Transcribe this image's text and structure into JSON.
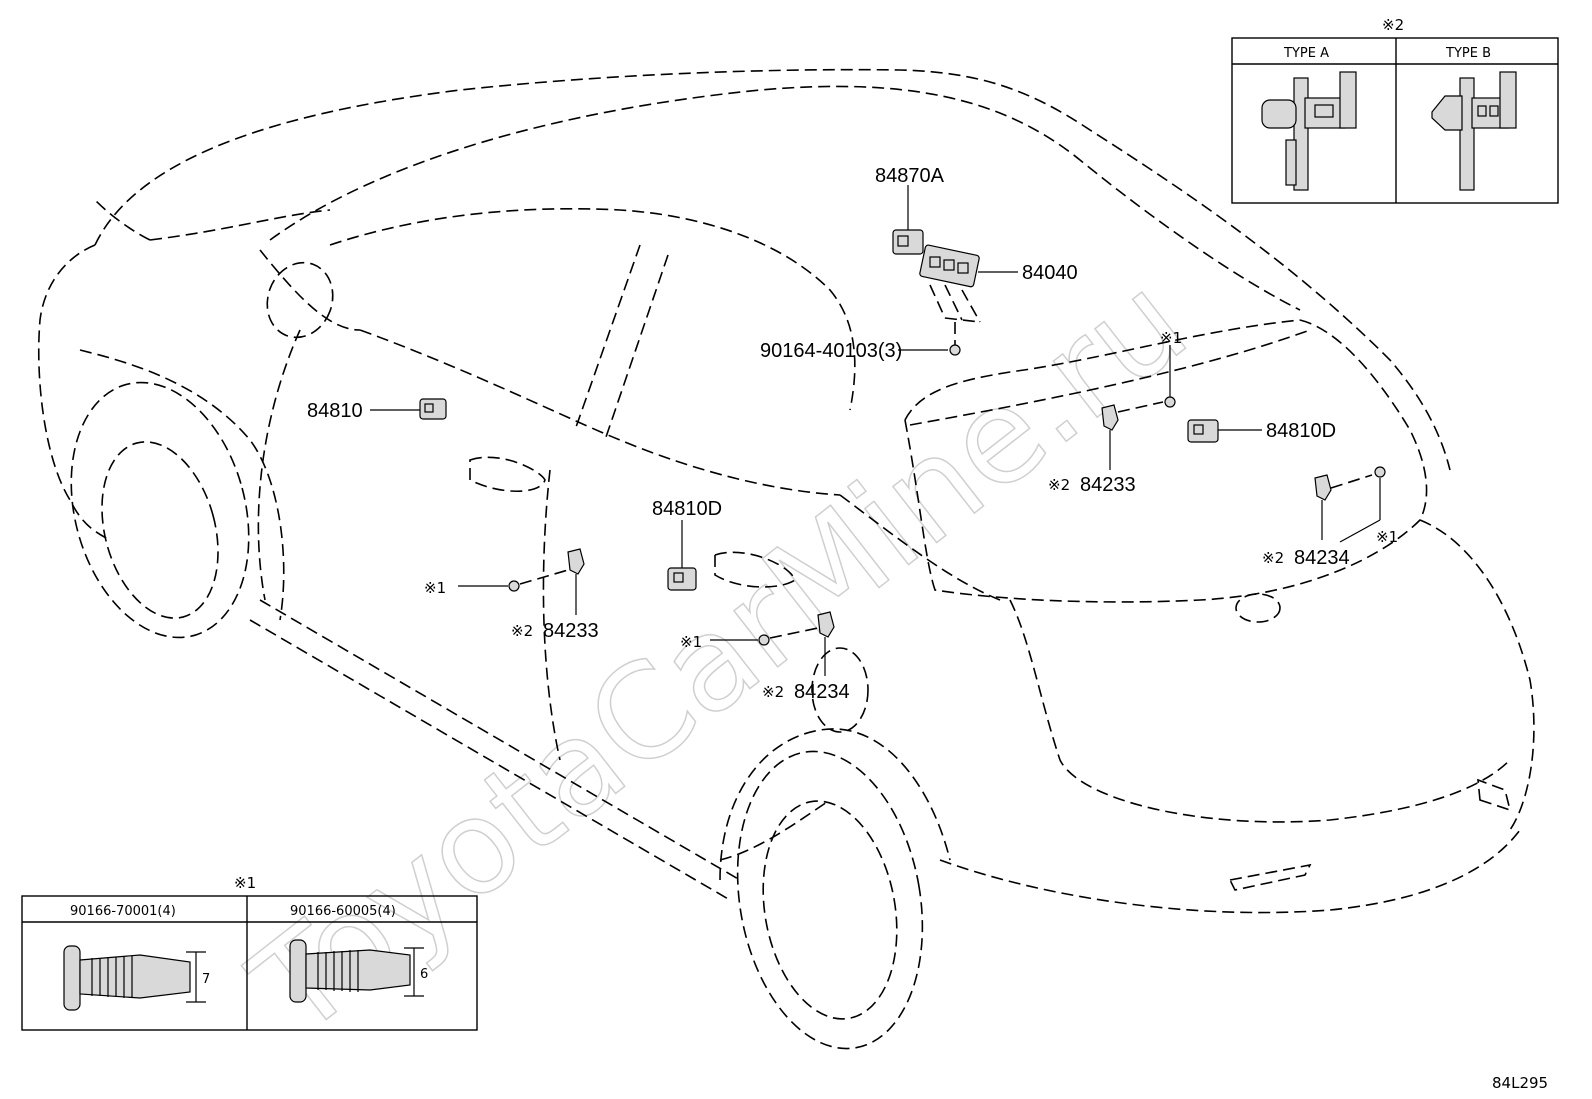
{
  "diagram_code": "84L295",
  "watermark": "ToyotaCarMine.ru",
  "parts": {
    "p84870A": "84870A",
    "p84040": "84040",
    "p90164": "90164-40103(3)",
    "p84810": "84810",
    "p84810D_rear": "84810D",
    "p84810D_door": "84810D",
    "p84233_rear": "84233",
    "p84234_rear": "84234",
    "p84233_door": "84233",
    "p84234_door": "84234"
  },
  "notes": {
    "n1": "※1",
    "n2": "※2"
  },
  "legend_type": {
    "mark": "※2",
    "type_a": "TYPE A",
    "type_b": "TYPE B"
  },
  "legend_bolt": {
    "mark": "※1",
    "bolt_a": "90166-70001(4)",
    "bolt_b": "90166-60005(4)",
    "dim_a": "7",
    "dim_b": "6"
  }
}
